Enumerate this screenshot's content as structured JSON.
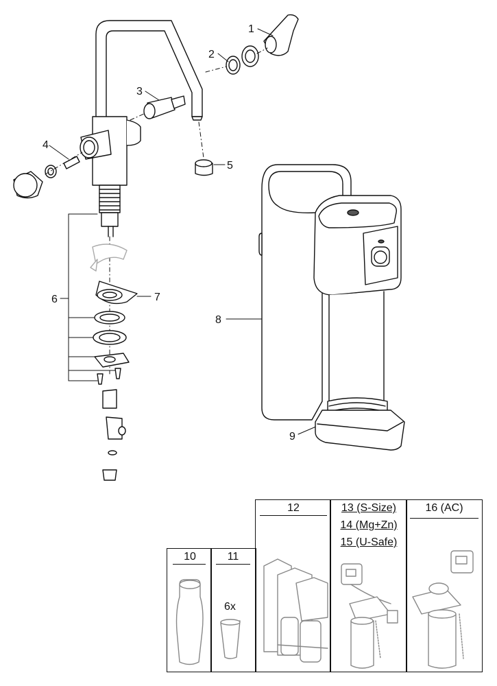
{
  "callouts": {
    "c1": "1",
    "c2": "2",
    "c3": "3",
    "c4": "4",
    "c5": "5",
    "c6": "6",
    "c7": "7",
    "c8": "8",
    "c9": "9"
  },
  "accessories": {
    "a10": {
      "number": "10"
    },
    "a11": {
      "number": "11",
      "quantity": "6x"
    },
    "a12": {
      "number": "12"
    },
    "a13": {
      "number": "13 (S-Size)"
    },
    "a14": {
      "number": "14 (Mg+Zn)"
    },
    "a15": {
      "number": "15 (U-Safe)"
    },
    "a16": {
      "number": "16 (AC)"
    }
  }
}
